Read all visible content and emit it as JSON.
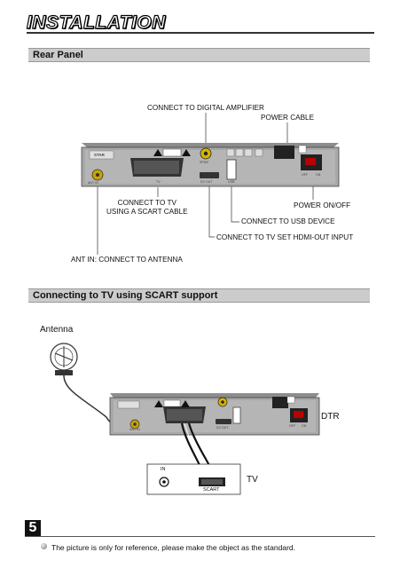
{
  "header": {
    "title": "INSTALLATION"
  },
  "section1": {
    "title": "Rear Panel"
  },
  "rear_panel": {
    "brand": "STAR",
    "labels": {
      "digital_amp": "CONNECT TO DIGITAL AMPLIFIER",
      "power_cable": "POWER CABLE",
      "scart": "CONNECT TO TV\nUSING A SCART CABLE",
      "power_onoff": "POWER ON/OFF",
      "usb": "CONNECT  TO USB DEVICE",
      "hdmi": "CONNECT  TO TV SET HDMI-OUT INPUT",
      "ant": "ANT IN: CONNECT TO ANTENNA"
    },
    "port_labels": {
      "ant_in": "ANT IN",
      "spdif": "SPDIF",
      "hdmi_out": "DV  OUT",
      "usb": "USB",
      "off": "OFF",
      "on": "ON",
      "tv": "TV"
    }
  },
  "section2": {
    "title": "Connecting to TV using SCART support"
  },
  "diagram2": {
    "antenna": "Antenna",
    "dtr": "DTR",
    "tv": "TV",
    "tv_in": "IN",
    "scart": "SCART",
    "port_labels": {
      "ant_in": "ANT IN",
      "hdmi_out": "DV  OUT",
      "off": "OFF",
      "on": "ON"
    }
  },
  "footer": {
    "page": "5",
    "note": "The picture is only for reference, please make the object as the standard."
  }
}
